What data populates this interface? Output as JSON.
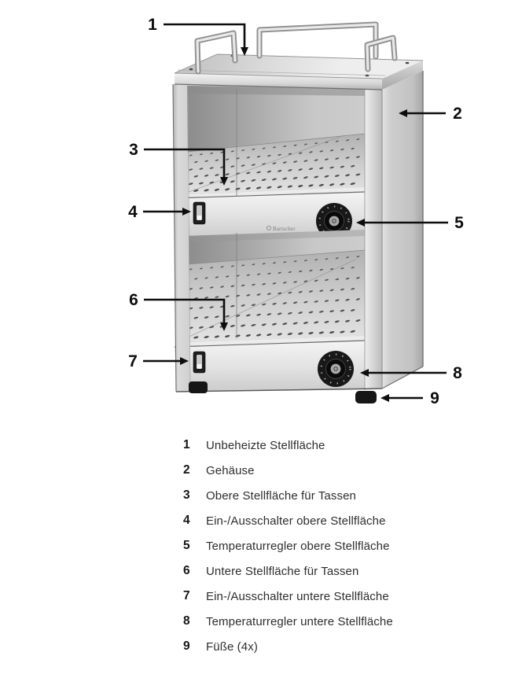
{
  "figure": {
    "brand_label": "Bartscher",
    "callouts": [
      {
        "label": "1"
      },
      {
        "label": "2"
      },
      {
        "label": "3"
      },
      {
        "label": "4"
      },
      {
        "label": "5"
      },
      {
        "label": "6"
      },
      {
        "label": "7"
      },
      {
        "label": "8"
      },
      {
        "label": "9"
      }
    ]
  },
  "legend": {
    "items": [
      {
        "num": "1",
        "text": "Unbeheizte Stellfläche"
      },
      {
        "num": "2",
        "text": "Gehäuse"
      },
      {
        "num": "3",
        "text": "Obere Stellfläche für Tassen"
      },
      {
        "num": "4",
        "text": "Ein-/Ausschalter obere Stellfläche"
      },
      {
        "num": "5",
        "text": "Temperaturregler obere Stellfläche"
      },
      {
        "num": "6",
        "text": "Untere Stellfläche für Tassen"
      },
      {
        "num": "7",
        "text": "Ein-/Ausschalter untere Stellfläche"
      },
      {
        "num": "8",
        "text": "Temperaturregler untere Stellfläche"
      },
      {
        "num": "9",
        "text": "Füße (4x)"
      }
    ]
  },
  "colors": {
    "line": "#0d0d0d",
    "body_light": "#ededed",
    "body_mid": "#c9c9c9",
    "body_dark": "#8d8d8d",
    "knob": "#1b1b1b",
    "text": "#2e2e2e"
  }
}
